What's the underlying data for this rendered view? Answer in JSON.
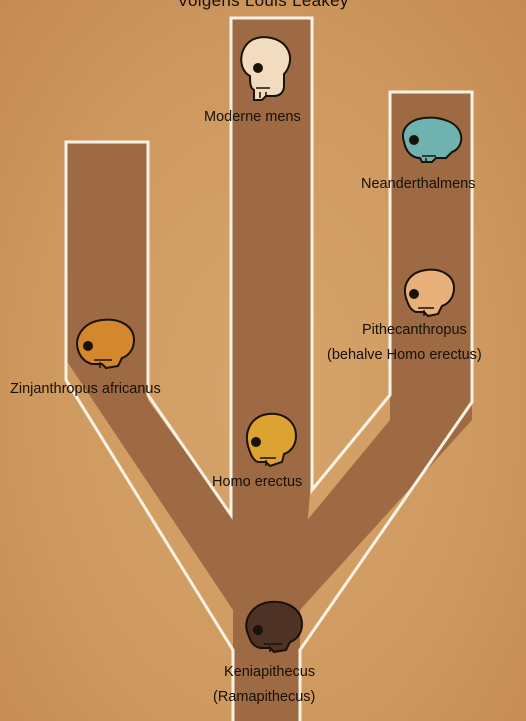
{
  "title": "Volgens Louis Leakey",
  "nodes": {
    "moderne_mens": {
      "label": "Moderne mens",
      "color": "#f2dcc0"
    },
    "neanderthalmens": {
      "label": "Neanderthalmens",
      "color": "#6fb2b0"
    },
    "pithecanthropus": {
      "label": "Pithecanthropus",
      "sublabel": "(behalve Homo erectus)",
      "color": "#e8b07a"
    },
    "zinjanthropus": {
      "label": "Zinjanthropus africanus",
      "color": "#d4882e"
    },
    "homo_erectus": {
      "label": "Homo erectus",
      "color": "#dca232"
    },
    "keniapithecus": {
      "label": "Keniapithecus",
      "sublabel": "(Ramapithecus)",
      "color": "#4e3226"
    }
  },
  "colors": {
    "background": "#d19d63",
    "branch_fill": "#9e6a43",
    "branch_outline": "#fbf2e6"
  }
}
